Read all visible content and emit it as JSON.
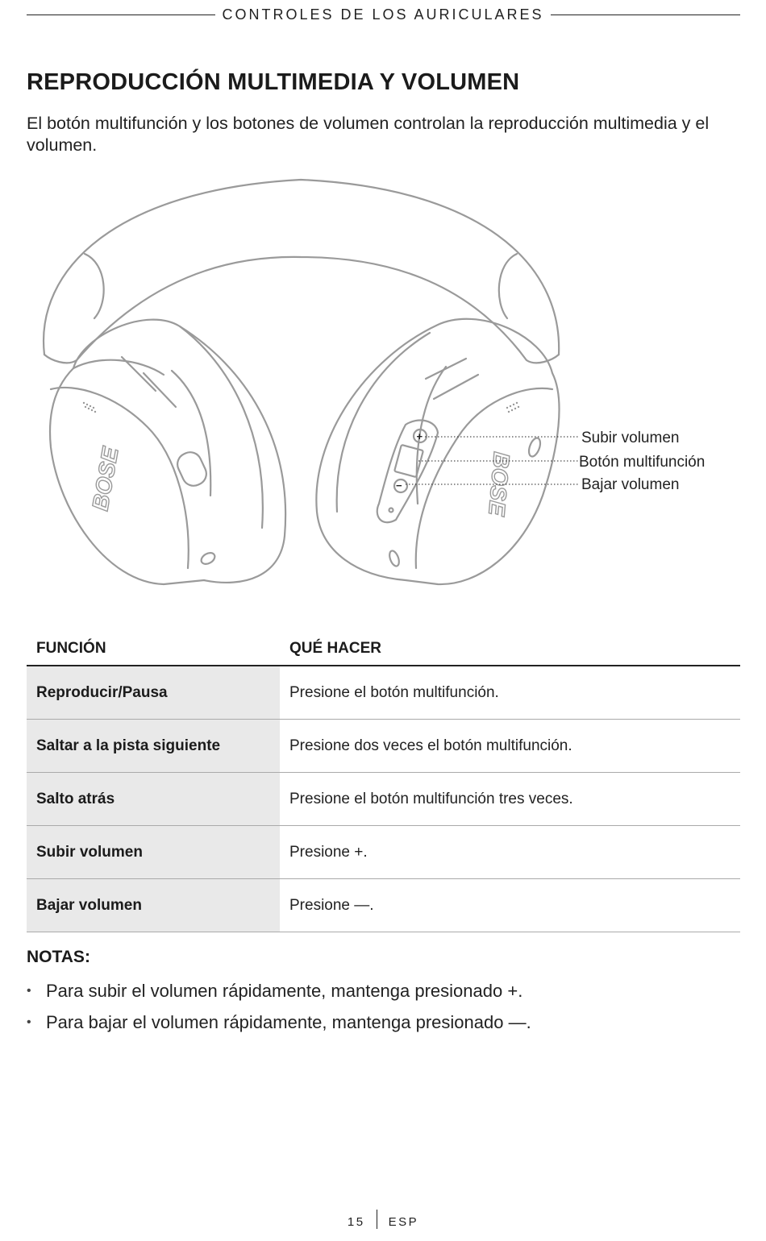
{
  "header": {
    "section_title": "CONTROLES DE LOS AURICULARES"
  },
  "page": {
    "heading": "REPRODUCCIÓN MULTIMEDIA Y VOLUMEN",
    "intro": "El botón multifunción y los botones de volumen controlan la reproducción multimedia y el volumen."
  },
  "diagram": {
    "brand_left": "BOSE",
    "brand_right": "BOSE",
    "callouts": [
      "Subir volumen",
      "Botón multifunción",
      "Bajar volumen"
    ]
  },
  "table": {
    "headers": [
      "FUNCIÓN",
      "QUÉ HACER"
    ],
    "rows": [
      {
        "function": "Reproducir/Pausa",
        "action": "Presione el botón multifunción."
      },
      {
        "function": "Saltar a la pista siguiente",
        "action": "Presione dos veces el botón multifunción."
      },
      {
        "function": "Salto atrás",
        "action": "Presione el botón multifunción tres veces."
      },
      {
        "function": "Subir volumen",
        "action": "Presione +."
      },
      {
        "function": "Bajar volumen",
        "action": "Presione —."
      }
    ]
  },
  "notes": {
    "title": "NOTAS:",
    "items": [
      "Para subir el volumen rápidamente, mantenga presionado +.",
      "Para bajar el volumen rápidamente, mantenga presionado —."
    ]
  },
  "footer": {
    "page_number": "15",
    "language": "ESP"
  }
}
